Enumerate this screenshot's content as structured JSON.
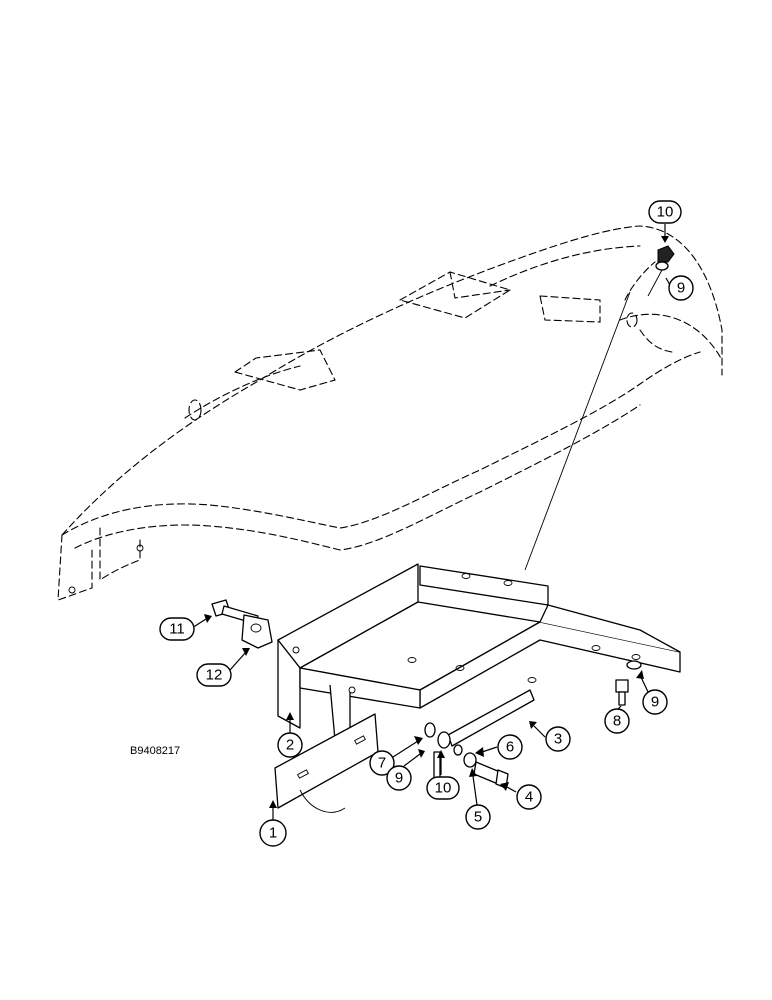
{
  "figure_id": "B9408217",
  "callouts": [
    {
      "id": "c1",
      "label": "1"
    },
    {
      "id": "c2",
      "label": "2"
    },
    {
      "id": "c3",
      "label": "3"
    },
    {
      "id": "c4",
      "label": "4"
    },
    {
      "id": "c5",
      "label": "5"
    },
    {
      "id": "c6",
      "label": "6"
    },
    {
      "id": "c7",
      "label": "7"
    },
    {
      "id": "c8",
      "label": "8"
    },
    {
      "id": "c9a",
      "label": "9"
    },
    {
      "id": "c9b",
      "label": "9"
    },
    {
      "id": "c9c",
      "label": "9"
    },
    {
      "id": "c10a",
      "label": "10"
    },
    {
      "id": "c10b",
      "label": "10"
    },
    {
      "id": "c11",
      "label": "11"
    },
    {
      "id": "c12",
      "label": "12"
    }
  ]
}
